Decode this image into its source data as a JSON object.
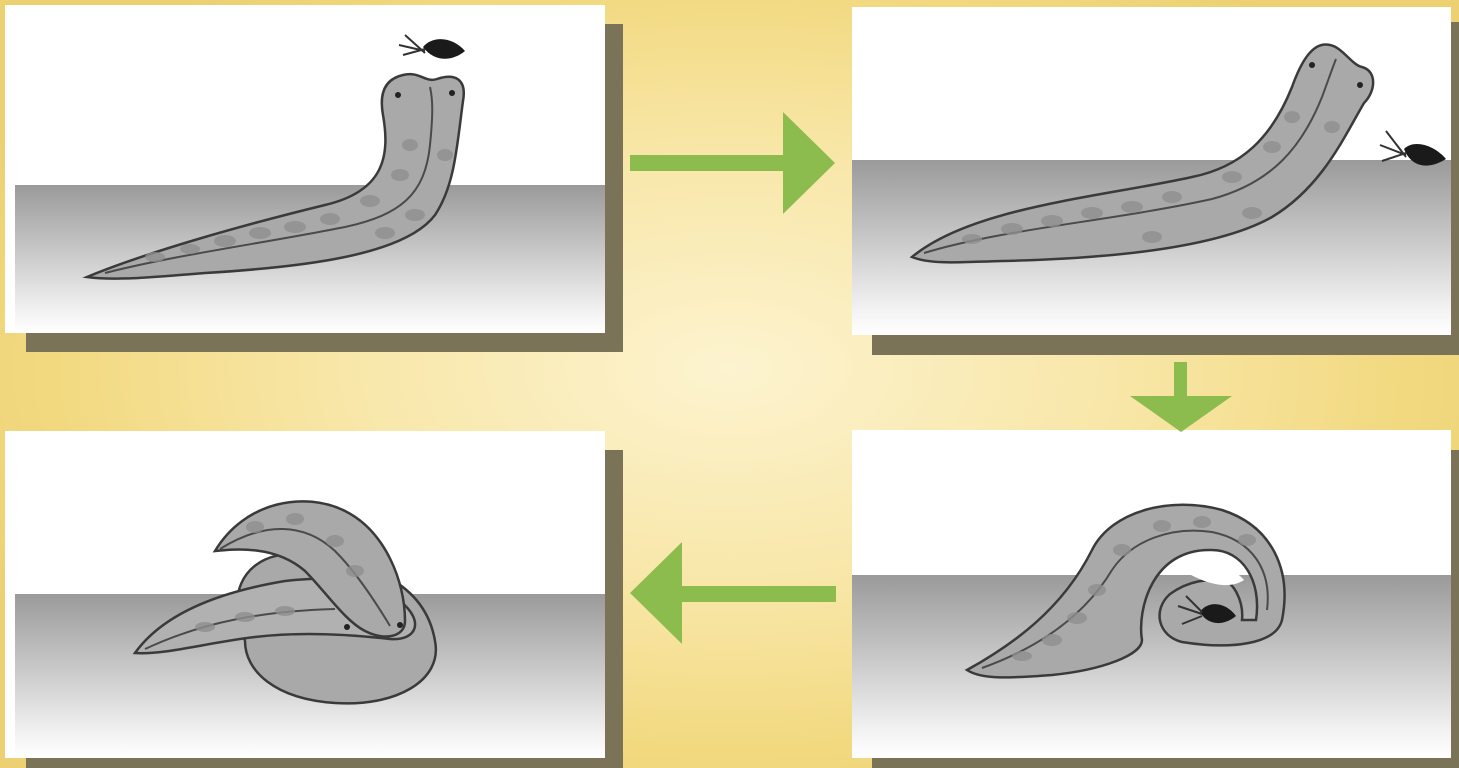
{
  "colors": {
    "arrow": "#8cbb4e",
    "body": "#a9a9a9",
    "body_stripe": "#8f8f8f",
    "outline": "#3a3a3a",
    "prey": "#1a1a1a",
    "shadow": "#7b7358"
  },
  "panels": [
    {
      "step": 1,
      "icon": "hagfish-reaching-prey-icon"
    },
    {
      "step": 2,
      "icon": "hagfish-prey-escaping-icon"
    },
    {
      "step": 3,
      "icon": "hagfish-forming-loop-icon"
    },
    {
      "step": 4,
      "icon": "hagfish-knotted-icon"
    }
  ],
  "arrows": [
    {
      "from": 1,
      "to": 2,
      "direction": "right",
      "icon": "arrow-right-icon"
    },
    {
      "from": 2,
      "to": 3,
      "direction": "down",
      "icon": "arrow-down-icon"
    },
    {
      "from": 3,
      "to": 4,
      "direction": "left",
      "icon": "arrow-left-icon"
    }
  ]
}
